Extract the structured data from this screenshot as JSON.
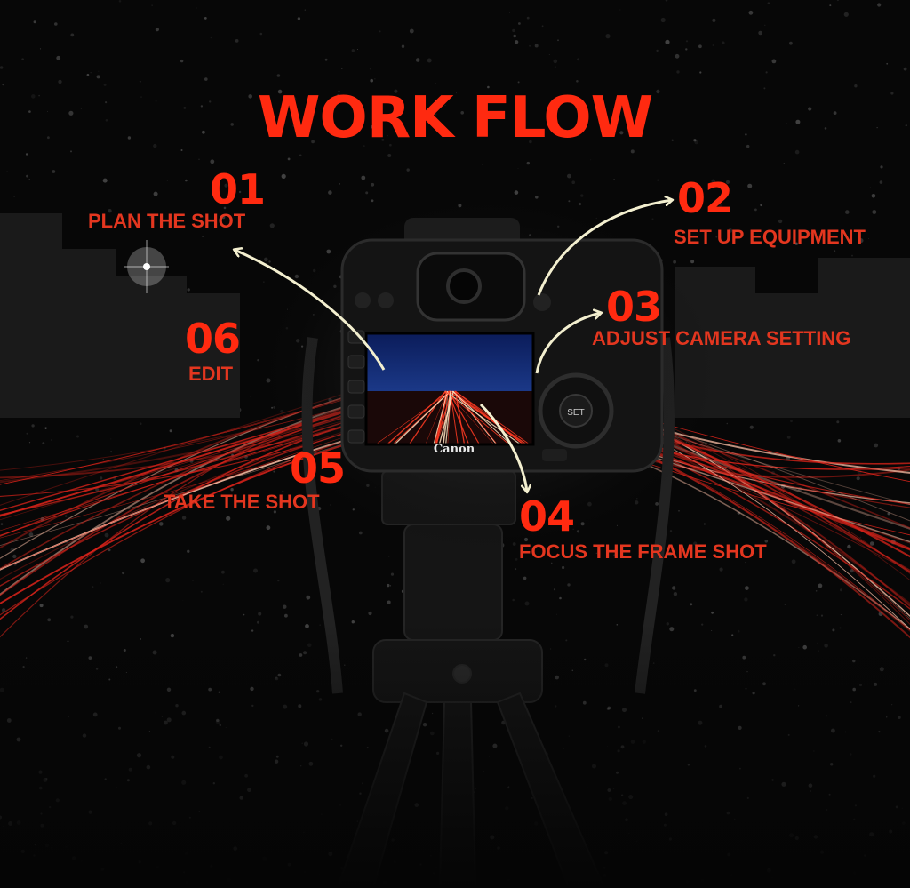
{
  "title": "WORK FLOW",
  "colors": {
    "accent": "#ff2a10",
    "label": "#e3361f",
    "arrow": "#f3efcf",
    "light_trails": "#d8231a"
  },
  "camera": {
    "brand": "Canon"
  },
  "steps": [
    {
      "number": "01",
      "label": "PLAN THE SHOT"
    },
    {
      "number": "02",
      "label": "SET UP EQUIPMENT"
    },
    {
      "number": "03",
      "label": "ADJUST CAMERA SETTING"
    },
    {
      "number": "04",
      "label": "FOCUS THE FRAME SHOT"
    },
    {
      "number": "05",
      "label": "TAKE THE SHOT"
    },
    {
      "number": "06",
      "label": "EDIT"
    }
  ]
}
